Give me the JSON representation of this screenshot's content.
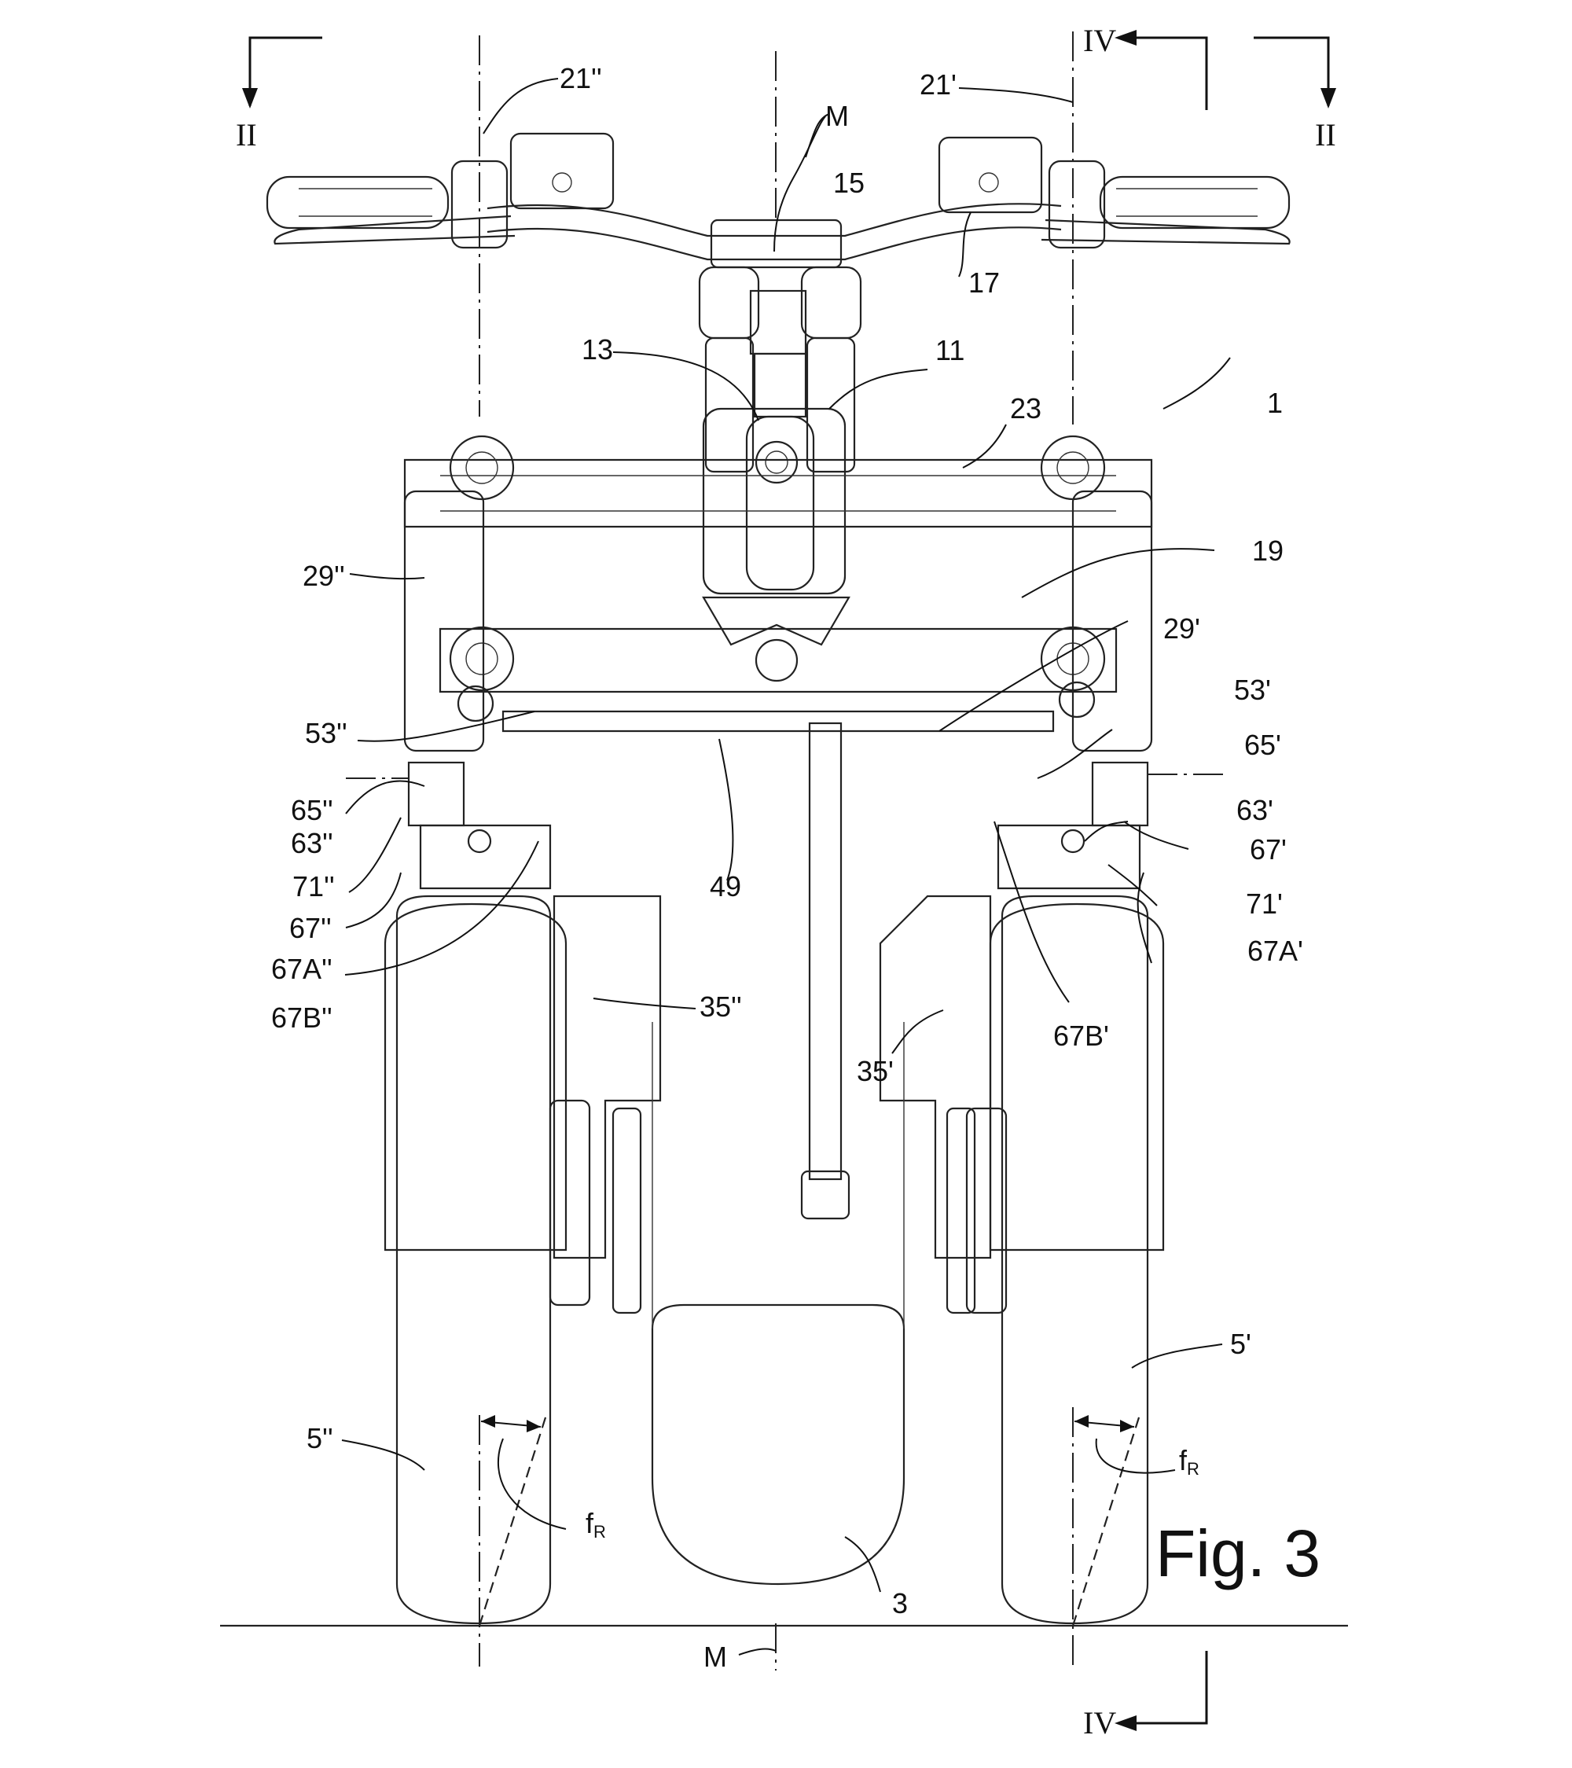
{
  "figure": {
    "caption": "Fig. 3"
  },
  "section_marks": {
    "ii_left": "II",
    "ii_right": "II",
    "iv_top": "IV",
    "iv_bottom": "IV"
  },
  "axis_labels": {
    "m_top": "M",
    "m_bottom": "M"
  },
  "angle_labels": {
    "left": "f",
    "right": "f",
    "subscript": "R"
  },
  "reference_numerals": {
    "n21pp": "21''",
    "n21p": "21'",
    "n15": "15",
    "n17": "17",
    "n13": "13",
    "n11": "11",
    "n23": "23",
    "n1": "1",
    "n19": "19",
    "n29pp": "29''",
    "n29p": "29'",
    "n53pp": "53''",
    "n53p": "53'",
    "n65pp": "65''",
    "n65p": "65'",
    "n63pp": "63''",
    "n63p": "63'",
    "n71pp": "71''",
    "n71p": "71'",
    "n67pp": "67''",
    "n67p": "67'",
    "n67App": "67A''",
    "n67Ap": "67A'",
    "n67Bpp": "67B''",
    "n67Bp": "67B'",
    "n49": "49",
    "n35pp": "35''",
    "n35p": "35'",
    "n5pp": "5''",
    "n5p": "5'",
    "n3": "3"
  }
}
